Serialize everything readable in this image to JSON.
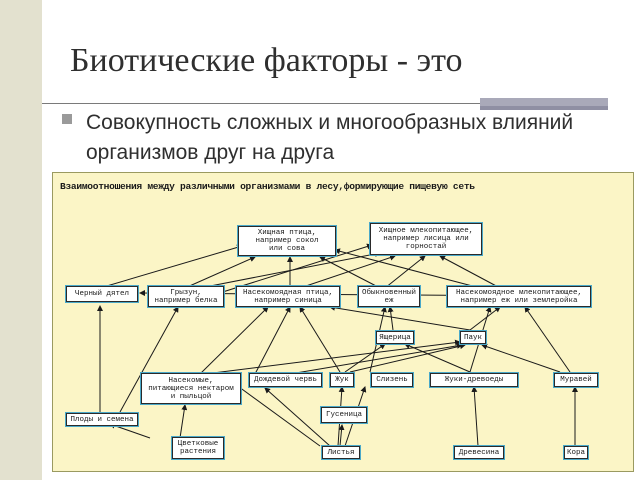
{
  "slide": {
    "title": "Биотические факторы - это",
    "bullet": "Совокупность сложных и многообразных влияний организмов друг на друга"
  },
  "diagram": {
    "title": "Взаимоотношения между различными организмами в лесу,формирующие пищевую сеть",
    "nodes": {
      "bird_predator": "Хищная птица,\nнапример сокол\nили сова",
      "mammal_predator": "Хищное млекопитающее,\nнапример лисица или\nгорностай",
      "woodpecker": "Черный дятел",
      "grouse": "Грызун,\nнапример белка",
      "insectivore_bird": "Насекомоядная птица,\nнапример синица",
      "hedgehog": "Обыкновенный\nеж",
      "insectivore_mammal": "Насекомоядное млекопитающее,\nнапример еж или землеройка",
      "lizard": "Ящерица",
      "spider": "Паук",
      "insects": "Насекомые,\nпитающиеся нектаром\nи пыльцой",
      "earthworm": "Дождевой червь",
      "beetle": "Жук",
      "slug": "Слизень",
      "bark_eaters": "Жуки-древоеды",
      "ant": "Муравей",
      "caterpillar": "Гусеница",
      "fruits": "Плоды и семена",
      "flowers": "Цветковые\nрастения",
      "leaves": "Листья",
      "wood": "Древесина",
      "bark": "Кора"
    }
  }
}
